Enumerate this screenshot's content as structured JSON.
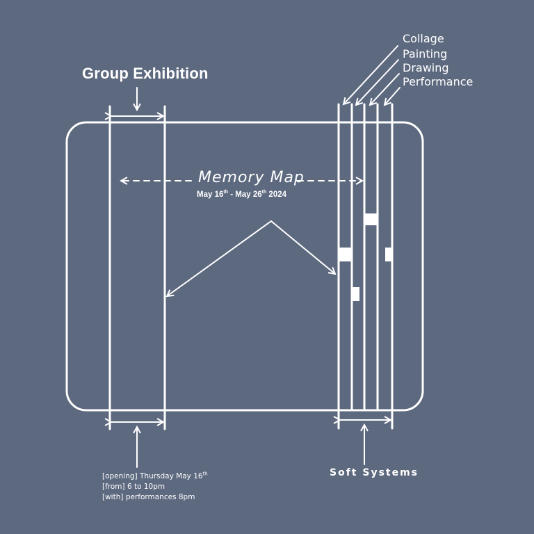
{
  "title": "Group Exhibition",
  "event": {
    "name": "Memory Map",
    "dates": {
      "start_month": "May",
      "start_day": "16",
      "start_suffix": "th",
      "separator": "-",
      "end_month": "May",
      "end_day": "26",
      "end_suffix": "th",
      "year": "2024"
    }
  },
  "media": [
    "Collage",
    "Painting",
    "Drawing",
    "Performance"
  ],
  "organizer": "Soft Systems",
  "details": [
    {
      "tag": "[opening]",
      "text": "Thursday May 16",
      "suffix": "th"
    },
    {
      "tag": "[from]",
      "text": "6 to 10pm",
      "suffix": ""
    },
    {
      "tag": "[with]",
      "text": "performances 8pm",
      "suffix": ""
    }
  ],
  "colors": {
    "background": "#5d697f",
    "foreground": "#ffffff"
  }
}
